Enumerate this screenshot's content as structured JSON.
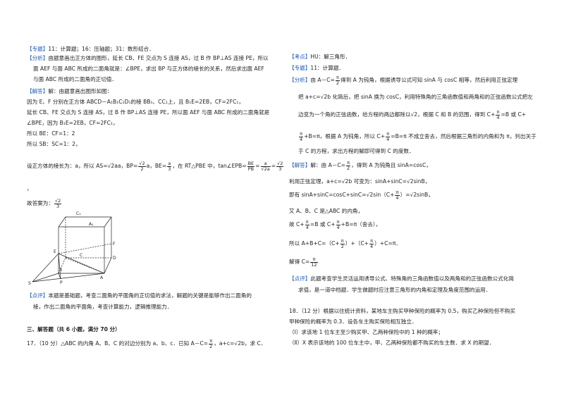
{
  "left": {
    "topic": {
      "tag": "【专题】",
      "text": "11：计算题；16：压轴题；31：数形结合．"
    },
    "analysis": {
      "tag": "【分析】",
      "l1": "由题意画出正方体的图形，延长 CB、FE 交点为 S 连接 AS，过 B 作 BP⊥AS 连接 PE，所以",
      "l2": "面 AEF 与面 ABC 所成的二面角就是：∠BPE，求出 BP 与正方体的棱长的关系，然后求出面 AEF",
      "l3": "与面 ABC 所成的二面角的正切值．"
    },
    "solution": {
      "tag": "【解答】",
      "l1": "解：由题意画出图形如图：",
      "l2": "因为 E、F 分别在正方体 ABCD－A₁B₁C₁D₁的棱 BB₁、CC₁上，且 B₁E=2EB，CF=2FC₁，",
      "l3": "延长 CB、FE 交点为 S 连接 AS，过 B 作 BP⊥AS 连接 PE，所以面 AEF 与面 ABC 所成的二面角就是",
      "l4": "∠BPE，因为 B₁E=2EB，CF=2FC₁，",
      "l5": "所以 BE：CF=1：2",
      "l6": "所以 SB：SC=1：2，",
      "l7a": "设正方体的棱长为：a，所以 AS=",
      "l7b": "a，BP=",
      "l7c": "，BE=",
      "l7d": "，在 RT△PBE 中，tan∠EPB=",
      "l7e": "=",
      "l7f": "=",
      "comma": "，",
      "answer_pre": "故答案为："
    },
    "fig": {
      "labels": [
        "C₁",
        "A₁",
        "E",
        "C",
        "B",
        "A",
        "D",
        "F",
        "P",
        "S"
      ]
    },
    "comment": {
      "tag": "【点评】",
      "l1": "本题是基础题，考查二面角的平面角的正切值的求法，解题的关键是能够作出二面角的",
      "l2": "棱，作出二面角的平面角，考查计算能力，逻辑推理能力．"
    },
    "section": "三、解答题（共 6 小题，满分 70 分）",
    "q17": {
      "a": "17．（10 分）△ABC 的内角 A、B、C 的对边分别为 a、b、c．已知 A－C=",
      "b": "，a+c=",
      "c": "b，求 C．"
    }
  },
  "right": {
    "kp": {
      "tag": "【考点】",
      "text": "HU：解三角形．"
    },
    "topic": {
      "tag": "【专题】",
      "text": "11：计算题．"
    },
    "analysis": {
      "tag": "【分析】",
      "l1a": "由 A－C=",
      "l1b": "得到 A 为钝角，根据诱导公式可知 sinA 与 cosC 相等，然后利用正弦定理",
      "l2a": "把 a+c=",
      "l2b": "b 化简后，把 sinA 换为 cosC，利用特殊角的三角函数值和两角和的正弦函数公式把左",
      "l3a": "边变为一个角的正弦函数，给方程的两边都除以",
      "l3b": "，根据 C 和 B 的范围，得到 C+",
      "l3c": "=B 或 C+",
      "l4a": "+B=π，根据 A 为钝角，所以 C+",
      "l4b": "=B=π 不成立舍去，然后根据三角形的内角和为 π，列出关于",
      "l5": "于 C 的方程，求出方程的解即可得到 C 的度数．"
    },
    "solution": {
      "tag": "【解答】",
      "l1a": "解：由 A－C=",
      "l1b": "，得到 A 为钝角且 sinA=cosC，",
      "l2": "利用正弦定理，a+c=√2b 可变为：sinA+sinC=√2sinB，",
      "l3a": "即有 sinA+sinC=cosC+sinC=",
      "l3b": "sin（C+",
      "l3c": "）=√2sinB，",
      "l4": "又 A、B、C 是△ABC 的内角，",
      "l5a": "故 C+",
      "l5b": "=B 或 C+",
      "l5c": "+B=π（舍去），",
      "l6a": "所以 A+B+C=（C+",
      "l6b": "）+（C+",
      "l6c": "）+C=π．",
      "l7": "解得 C="
    },
    "comment": {
      "tag": "【点评】",
      "l1": "此题考查学生灵活运用诱导公式、特殊角的三角函数值以及两角和的正弦函数公式化简",
      "l2": "求值，是一道中档题．学生做题时应注意三角形的内角和定理及角度范围的运用．"
    },
    "q18": {
      "l1": "18．（12 分）根据以往统计资料，某地车主购买甲种保险的概率为 0.5，购买乙种保险但不购买",
      "l2": "甲种保险的概率为 0.3．设各车主购买保险相互独立．",
      "l3": "（Ⅰ）求该地 1 位车主至少购买甲、乙两种保险中的 1 种的概率；",
      "l4": "（Ⅱ）X 表示该地的 100 位车主中，甲、乙两种保险都不购买的车主数．求 X 的期望．"
    }
  },
  "math": {
    "sqrt2": "√2",
    "sqrt2a": "√2a",
    "a": "a",
    "three": "3",
    "two": "2",
    "four": "4",
    "twelve": "12",
    "pi": "π",
    "BE": "BE",
    "PB": "PB",
    "sqrt2b": "√2b",
    "sqrt2over2a": "√2a",
    "sqrt2over3": "√2"
  },
  "colors": {
    "tag": "#1b58b8",
    "text": "#222222"
  }
}
